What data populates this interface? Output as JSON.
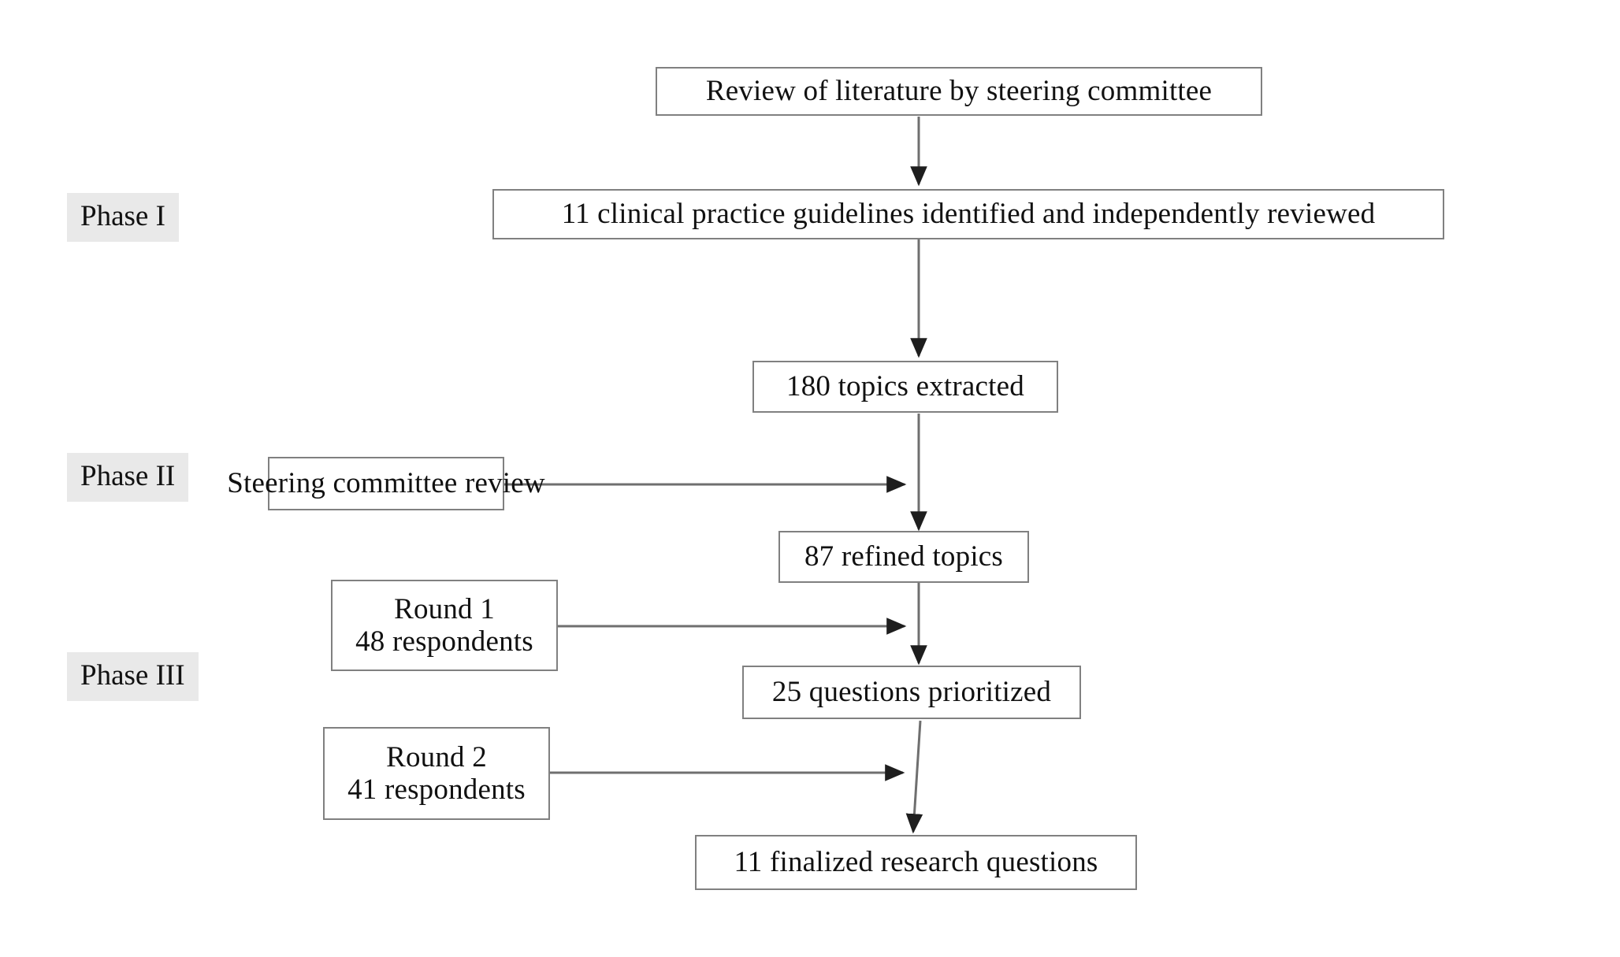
{
  "figure": {
    "type": "flowchart",
    "orientation": "top-to-bottom",
    "background_color": "#ffffff",
    "box_border_color": "#808080",
    "arrow_color": "#2b2b2b",
    "phase_highlight_color": "#e9e9e9",
    "text_color": "#111111"
  },
  "phases": [
    {
      "id": "phase-1",
      "label": "Phase I"
    },
    {
      "id": "phase-2",
      "label": "Phase II"
    },
    {
      "id": "phase-3",
      "label": "Phase III"
    }
  ],
  "nodes": {
    "review_literature": {
      "label": "Review of literature by steering committee"
    },
    "guidelines": {
      "label": "11 clinical practice guidelines identified and independently reviewed"
    },
    "topics_extracted": {
      "label": "180 topics extracted"
    },
    "steering_review": {
      "label": "Steering committee review"
    },
    "refined_topics": {
      "label": "87 refined topics"
    },
    "round1": {
      "line1": "Round 1",
      "line2": "48 respondents"
    },
    "questions_prioritized": {
      "label": "25 questions prioritized"
    },
    "round2": {
      "line1": "Round 2",
      "line2": "41 respondents"
    },
    "final_questions": {
      "label": "11 finalized research questions"
    }
  },
  "edges": [
    {
      "from": "review_literature",
      "to": "guidelines",
      "kind": "vertical-arrow"
    },
    {
      "from": "guidelines",
      "to": "topics_extracted",
      "kind": "vertical-arrow"
    },
    {
      "from": "topics_extracted",
      "to": "refined_topics",
      "kind": "vertical-arrow"
    },
    {
      "from": "steering_review",
      "to": "topics_extracted_to_refined",
      "kind": "horizontal-arrow"
    },
    {
      "from": "refined_topics",
      "to": "questions_prioritized",
      "kind": "vertical-arrow"
    },
    {
      "from": "round1",
      "to": "refined_to_prioritized",
      "kind": "horizontal-arrow"
    },
    {
      "from": "questions_prioritized",
      "to": "final_questions",
      "kind": "vertical-arrow"
    },
    {
      "from": "round2",
      "to": "prioritized_to_final",
      "kind": "horizontal-arrow"
    }
  ]
}
